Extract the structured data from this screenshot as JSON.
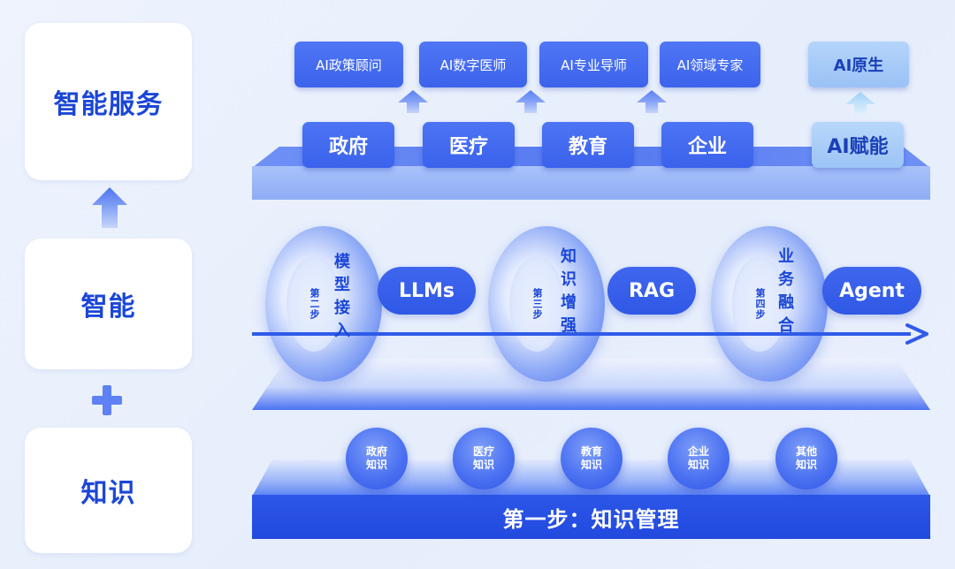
{
  "left_column": {
    "service_label": "智能服务",
    "intelligence_label": "智能",
    "knowledge_label": "知识"
  },
  "top_layer": {
    "services": [
      {
        "label": "AI政策顾问"
      },
      {
        "label": "AI数字医师"
      },
      {
        "label": "AI专业导师"
      },
      {
        "label": "AI领域专家"
      }
    ],
    "native_label": "AI原生",
    "sectors": [
      {
        "label": "政府"
      },
      {
        "label": "医疗"
      },
      {
        "label": "教育"
      },
      {
        "label": "企业"
      }
    ],
    "empower_label": "AI赋能"
  },
  "middle_layer": {
    "steps": [
      {
        "step": "第二步",
        "title_chars": [
          "模",
          "型",
          "接",
          "入"
        ],
        "tech": "LLMs"
      },
      {
        "step": "第三步",
        "title_chars": [
          "知",
          "识",
          "增",
          "强"
        ],
        "tech": "RAG"
      },
      {
        "step": "第四步",
        "title_chars": [
          "业",
          "务",
          "融",
          "合"
        ],
        "tech": "Agent"
      }
    ]
  },
  "bottom_layer": {
    "knowledge_items": [
      {
        "line1": "政府",
        "line2": "知识"
      },
      {
        "line1": "医疗",
        "line2": "知识"
      },
      {
        "line1": "教育",
        "line2": "知识"
      },
      {
        "line1": "企业",
        "line2": "知识"
      },
      {
        "line1": "其他",
        "line2": "知识"
      }
    ],
    "banner_label": "第一步：知识管理"
  },
  "colors": {
    "primary": "#2f58e6",
    "light_accent": "#a8cdf8",
    "background": "#e9effd",
    "card": "#ffffff"
  }
}
